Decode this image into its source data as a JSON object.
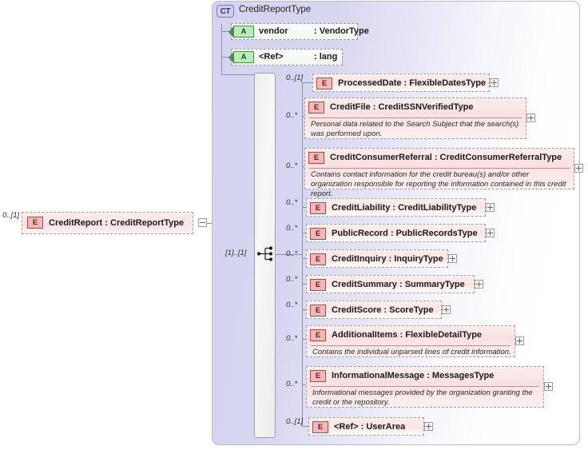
{
  "diagram": {
    "kind": "xsd-schema-diagram",
    "complex_type": {
      "badge": "CT",
      "name": "CreditReportType"
    },
    "root_element": {
      "badge": "E",
      "label": "CreditReport : CreditReportType",
      "cardinality": "0..[1]",
      "expander": "minus-icon"
    },
    "compositor": {
      "type": "sequence",
      "cardinality": "[1]..[1]",
      "icon": "sequence-icon"
    },
    "attributes": [
      {
        "badge": "A",
        "name": "vendor",
        "type": ": VendorType"
      },
      {
        "badge": "A",
        "name": "<Ref>",
        "type": ": lang"
      }
    ],
    "elements": [
      {
        "badge": "E",
        "label": "ProcessedDate : FlexibleDatesType",
        "cardinality": "0..[1]",
        "documentation": "",
        "expander": "plus-icon"
      },
      {
        "badge": "E",
        "label": "CreditFile : CreditSSNVerifiedType",
        "cardinality": "0..*",
        "documentation": "Personal data related to the Search Subject that the search(s) was performed upon.",
        "expander": "plus-icon"
      },
      {
        "badge": "E",
        "label": "CreditConsumerReferral : CreditConsumerReferralType",
        "cardinality": "0..*",
        "documentation": "Contains contact information for the credit bureau(s) and/or other organization responsible for reporting the information contained in this credit report.",
        "expander": "plus-icon"
      },
      {
        "badge": "E",
        "label": "CreditLiability : CreditLiabilityType",
        "cardinality": "0..*",
        "documentation": "",
        "expander": "plus-icon"
      },
      {
        "badge": "E",
        "label": "PublicRecord : PublicRecordsType",
        "cardinality": "0..*",
        "documentation": "",
        "expander": "plus-icon"
      },
      {
        "badge": "E",
        "label": "CreditInquiry : InquiryType",
        "cardinality": "0..*",
        "documentation": "",
        "expander": "plus-icon"
      },
      {
        "badge": "E",
        "label": "CreditSummary : SummaryType",
        "cardinality": "0..*",
        "documentation": "",
        "expander": "plus-icon"
      },
      {
        "badge": "E",
        "label": "CreditScore : ScoreType",
        "cardinality": "0..*",
        "documentation": "",
        "expander": "plus-icon"
      },
      {
        "badge": "E",
        "label": "AdditionalItems : FlexibleDetailType",
        "cardinality": "0..*",
        "documentation": "Contains the individual unparsed lines of credit information.",
        "expander": "plus-icon"
      },
      {
        "badge": "E",
        "label": "InformationalMessage : MessagesType",
        "cardinality": "0..*",
        "documentation": "Informational messages provided by the organization granting the credit or the repository.",
        "expander": "plus-icon"
      },
      {
        "badge": "E",
        "label": "<Ref>     : UserArea",
        "cardinality": "0..[1]",
        "documentation": "",
        "expander": "plus-icon"
      }
    ]
  }
}
